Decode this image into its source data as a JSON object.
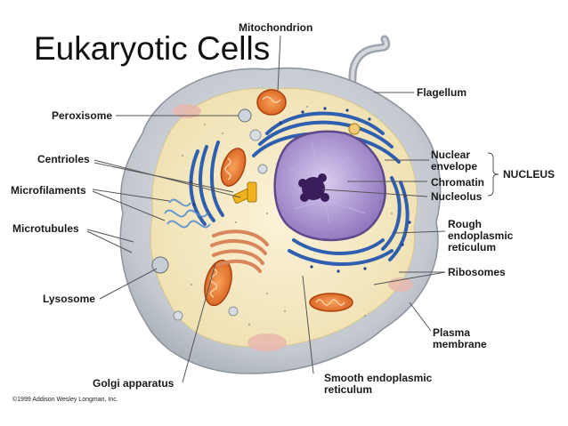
{
  "title": "Eukaryotic Cells",
  "labels": {
    "mitochondrion": "Mitochondrion",
    "flagellum": "Flagellum",
    "peroxisome": "Peroxisome",
    "centrioles": "Centrioles",
    "microfilaments": "Microfilaments",
    "microtubules": "Microtubules",
    "lysosome": "Lysosome",
    "golgi": "Golgi apparatus",
    "nuclear_envelope_1": "Nuclear",
    "nuclear_envelope_2": "envelope",
    "chromatin": "Chromatin",
    "nucleolus": "Nucleolus",
    "nucleus": "NUCLEUS",
    "rough_er_1": "Rough",
    "rough_er_2": "endoplasmic",
    "rough_er_3": "reticulum",
    "ribosomes": "Ribosomes",
    "plasma_1": "Plasma",
    "plasma_2": "membrane",
    "smooth_er_1": "Smooth endoplasmic",
    "smooth_er_2": "reticulum"
  },
  "copyright": "©1999 Addison Wesley Longman, Inc.",
  "colors": {
    "cytoplasm": "#f6ecc9",
    "cell_outer": "#c9cdd3",
    "er": "#2f5fb0",
    "nucleus": "#9a82c6",
    "nucleolus": "#3a1d5a",
    "mitochondria": "#e8762c",
    "golgi": "#d9875a",
    "centriole": "#f0b21d"
  }
}
